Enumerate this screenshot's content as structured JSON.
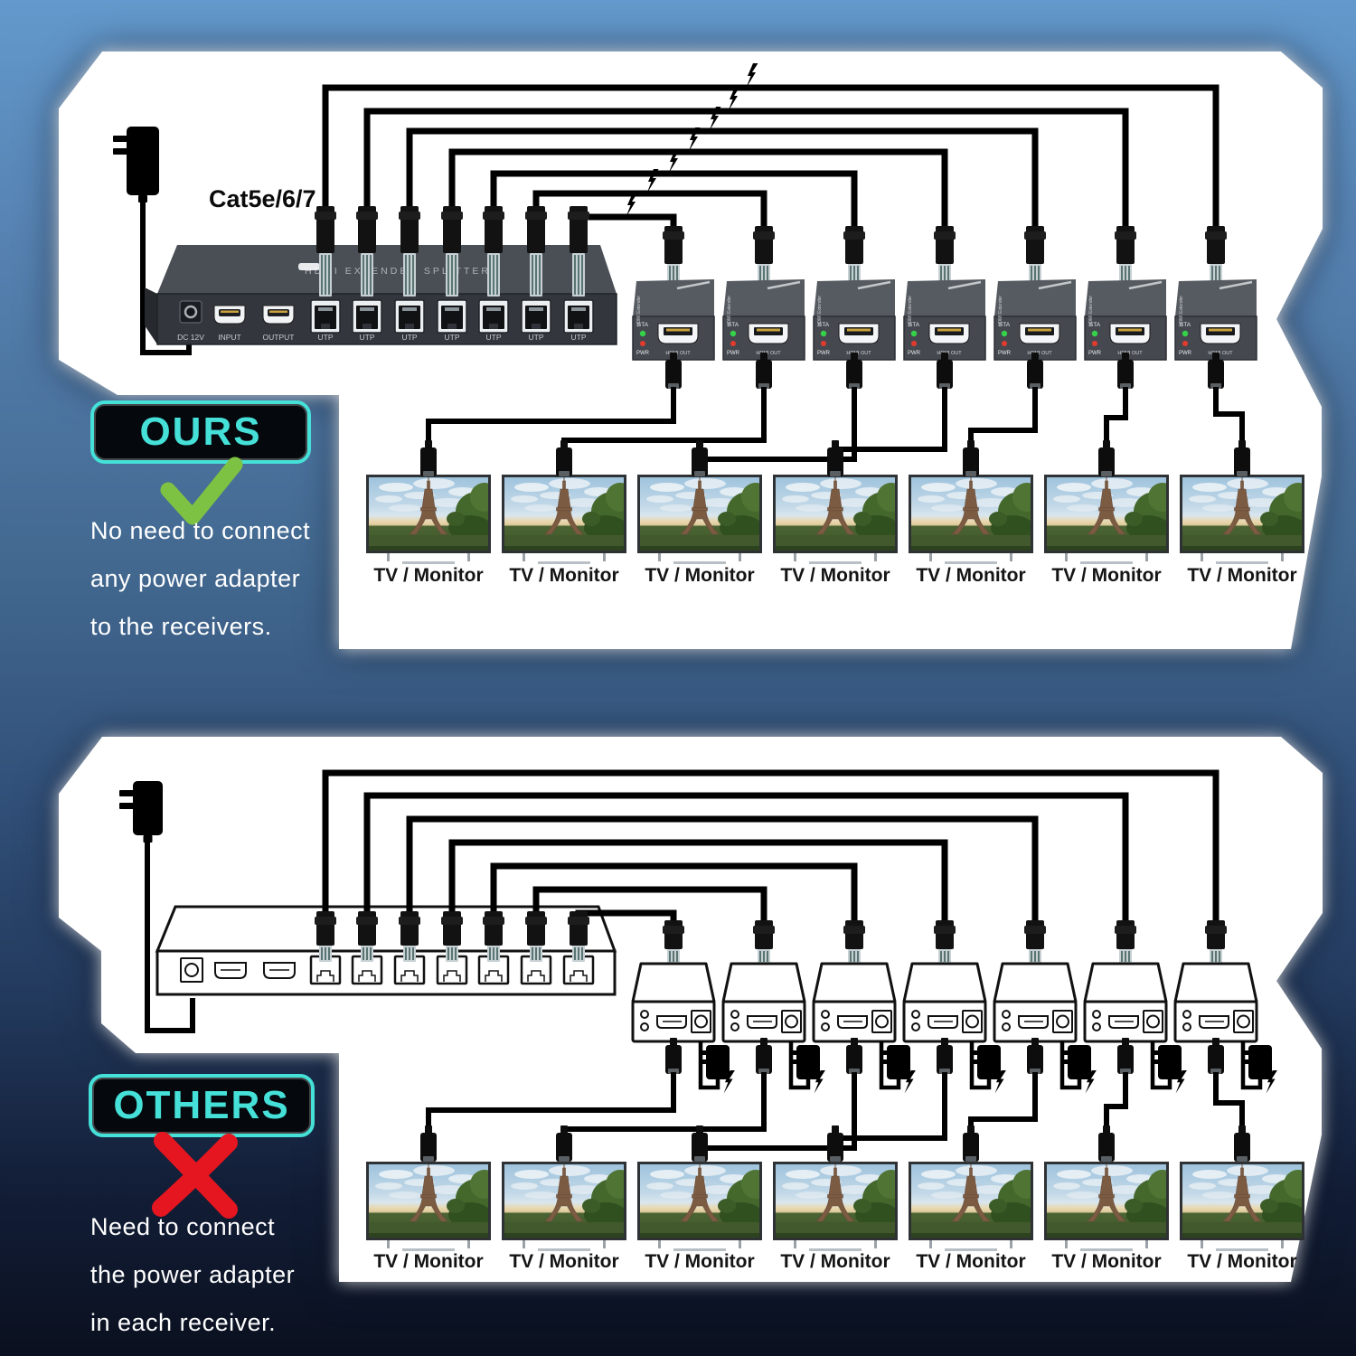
{
  "page": {
    "type": "hdmi-extender-poe-comparison-diagram"
  },
  "colors": {
    "accent_cyan": "#45e0d8",
    "check_green": "#7dc242",
    "cross_red": "#e5161f",
    "cable_black": "#000000",
    "panel_white": "#ffffff",
    "led_green": "#35d24a",
    "led_red": "#e23b2e",
    "receiver_gray": "#45494f",
    "splitter_gray": "#33373d"
  },
  "ours": {
    "badge": "OURS",
    "result_icon": "check",
    "description_lines": [
      "No need to connect",
      "any power adapter",
      "to the receivers."
    ],
    "cable_type_label": "Cat5e/6/7",
    "splitter": {
      "top_text": "HDMI EXTENDER SPLITTER",
      "dc_label": "DC 12V",
      "input_label": "INPUT",
      "output_label": "OUTPUT",
      "utp_label": "UTP",
      "utp_port_count": 7
    },
    "receivers": {
      "count": 7,
      "side_text": "HDMI Extender",
      "sta_label": "STA",
      "pwr_label": "PWR",
      "hdmi_out_label": "HDMI OUT"
    },
    "tvs": {
      "count": 7,
      "label": "TV / Monitor"
    },
    "lightning_bolts_on_cables": 7
  },
  "others": {
    "badge": "OTHERS",
    "result_icon": "cross",
    "description_lines": [
      "Need to connect",
      "the power adapter",
      "in each receiver."
    ],
    "splitter": {
      "utp_port_count": 7
    },
    "receivers": {
      "count": 7,
      "power_adapter_per_receiver": 1
    },
    "tvs": {
      "count": 7,
      "label": "TV / Monitor"
    }
  }
}
